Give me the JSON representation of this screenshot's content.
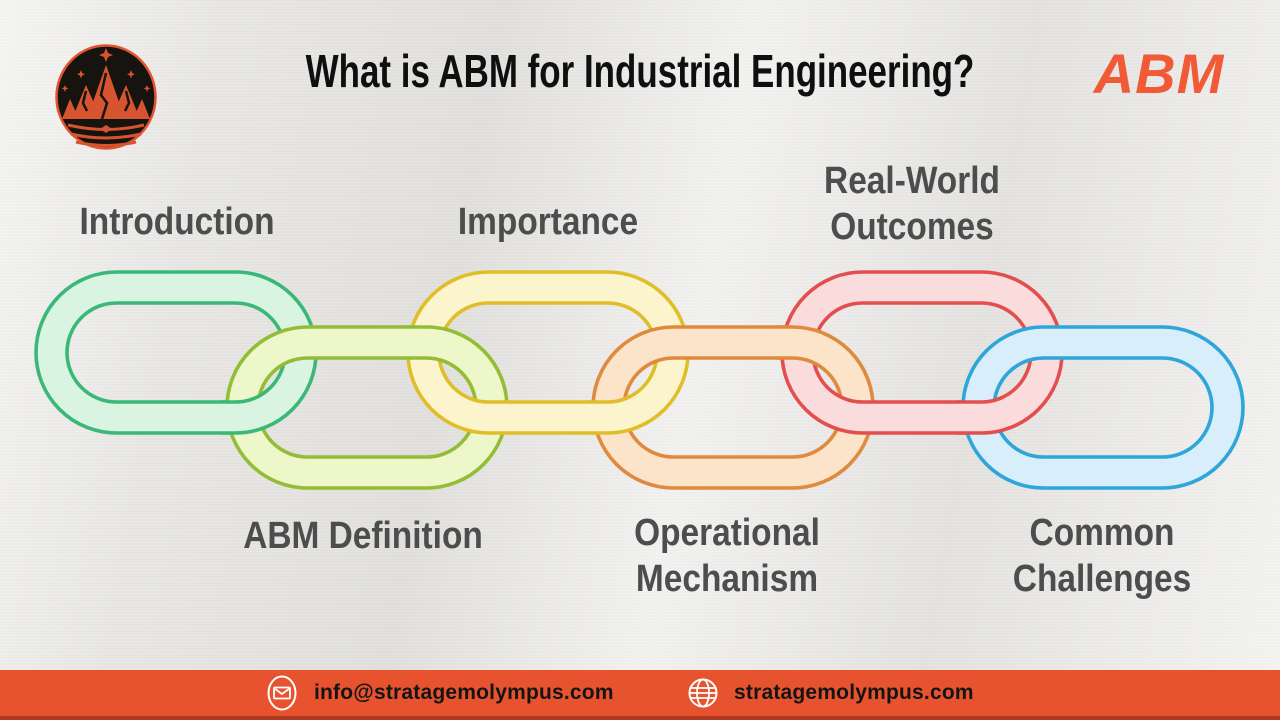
{
  "header": {
    "title": "What is ABM for Industrial Engineering?",
    "brand": "ABM",
    "brand_color": "#f15a36",
    "logo": {
      "background": "#17130e",
      "accent": "#d65430"
    }
  },
  "diagram": {
    "links": [
      {
        "label": "Introduction",
        "label_lines": [
          "Introduction"
        ],
        "stroke": "#3ab877",
        "fill": "#d9f5e2"
      },
      {
        "label": "ABM Definition",
        "label_lines": [
          "ABM Definition"
        ],
        "stroke": "#93bd37",
        "fill": "#edf7ca"
      },
      {
        "label": "Importance",
        "label_lines": [
          "Importance"
        ],
        "stroke": "#e0be29",
        "fill": "#fcf4cc"
      },
      {
        "label": "Operational Mechanism",
        "label_lines": [
          "Operational",
          "Mechanism"
        ],
        "stroke": "#df8a3e",
        "fill": "#fbe4ca"
      },
      {
        "label": "Real-World Outcomes",
        "label_lines": [
          "Real-World",
          "Outcomes"
        ],
        "stroke": "#e24f4e",
        "fill": "#fadcdc"
      },
      {
        "label": "Common Challenges",
        "label_lines": [
          "Common",
          "Challenges"
        ],
        "stroke": "#2fa6d9",
        "fill": "#d8eefa"
      }
    ]
  },
  "footer": {
    "bar_color": "#e8532f",
    "email": "info@stratagemolympus.com",
    "website": "stratagemolympus.com"
  }
}
